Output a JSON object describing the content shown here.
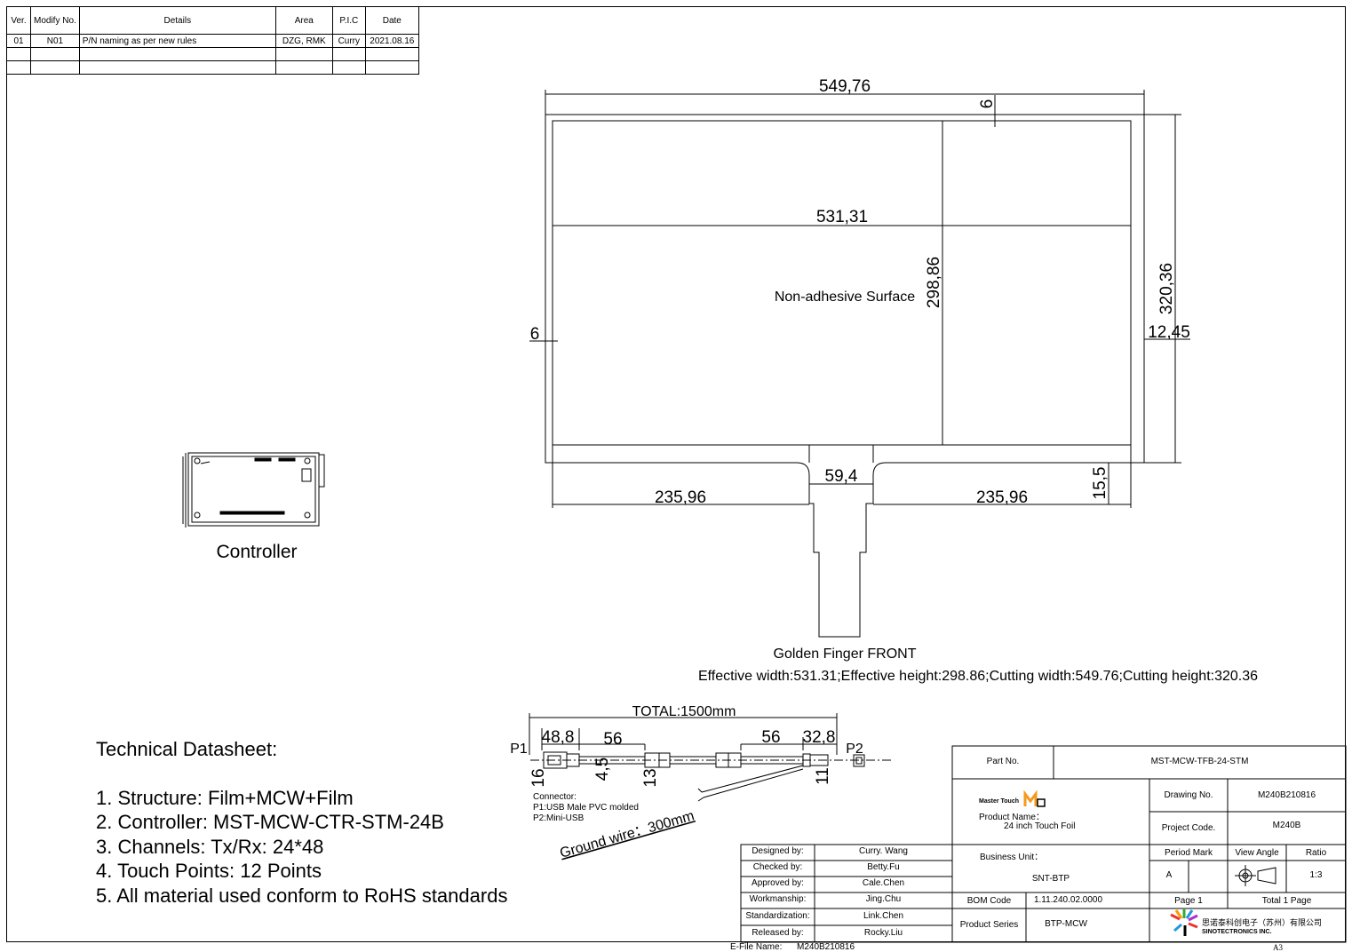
{
  "revision_table": {
    "headers": [
      "Ver.",
      "Modify No.",
      "Details",
      "Area",
      "P.I.C",
      "Date"
    ],
    "rows": [
      [
        "01",
        "N01",
        "P/N naming as per new rules",
        "DZG, RMK",
        "Curry",
        "2021.08.16"
      ],
      [
        "",
        "",
        "",
        "",
        "",
        ""
      ],
      [
        "",
        "",
        "",
        "",
        "",
        ""
      ]
    ]
  },
  "drawing": {
    "dim_cut_width": "549,76",
    "dim_top_offset": "6",
    "dim_eff_width": "531,31",
    "dim_eff_height": "298,86",
    "surface_label": "Non-adhesive Surface",
    "dim_cut_height": "320,36",
    "dim_left_offset": "6",
    "dim_right_offset": "12,45",
    "dim_tail_width": "59,4",
    "dim_left_span": "235,96",
    "dim_right_span": "235,96",
    "dim_bottom_gap": "15,5",
    "golden_finger": "Golden Finger FRONT",
    "summary": "Effective width:531.31;Effective height:298.86;Cutting width:549.76;Cutting height:320.36",
    "controller_label": "Controller"
  },
  "cable": {
    "total": "TOTAL:1500mm",
    "p1": "P1",
    "p2": "P2",
    "d1": "48,8",
    "d2": "56",
    "d3": "56",
    "d4": "32,8",
    "d5": "16",
    "d6": "4,5",
    "d7": "13",
    "d8": "11",
    "connector_title": "Connector:",
    "connector_p1": "P1:USB Male PVC molded",
    "connector_p2": "P2:Mini-USB",
    "ground_wire": "Ground wire：300mm"
  },
  "spec": {
    "title": "Technical Datasheet:",
    "items": [
      "1. Structure: Film+MCW+Film",
      "2. Controller: MST-MCW-CTR-STM-24B",
      "3. Channels: Tx/Rx: 24*48",
      "4. Touch Points: 12 Points",
      "5. All material used conform to RoHS standards"
    ]
  },
  "approvals": [
    {
      "role": "Designed by:",
      "name": "Curry. Wang"
    },
    {
      "role": "Checked by:",
      "name": "Betty.Fu"
    },
    {
      "role": "Approved by:",
      "name": "Cale.Chen"
    },
    {
      "role": "Workmanship:",
      "name": "Jing.Chu"
    },
    {
      "role": "Standardization:",
      "name": "Link.Chen"
    },
    {
      "role": "Released by:",
      "name": "Rocky.Liu"
    }
  ],
  "title_block": {
    "part_no_label": "Part No.",
    "part_no": "MST-MCW-TFB-24-STM",
    "brand": "Master Touch",
    "product_name_label": "Product Name：",
    "product_name": "24 inch Touch Foil",
    "drawing_no_label": "Drawing No.",
    "drawing_no": "M240B210816",
    "project_code_label": "Project Code.",
    "project_code": "M240B",
    "business_unit_label": "Business Unit：",
    "business_unit": "SNT-BTP",
    "period_mark_label": "Period Mark",
    "period_mark": "A",
    "view_angle_label": "View Angle",
    "ratio_label": "Ratio",
    "ratio": "1:3",
    "bom_code_label": "BOM Code",
    "bom_code": "1.11.240.02.0000",
    "product_series_label": "Product Series",
    "product_series": "BTP-MCW",
    "page": "Page 1",
    "total_pages": "Total 1 Page",
    "company_cn": "思诺泰科创电子（苏州）有限公司",
    "company_en": "SINOTECTRONICS INC."
  },
  "footer": {
    "efile_label": "E-File Name:",
    "efile": "M240B210816",
    "sheet_size": "A3"
  }
}
